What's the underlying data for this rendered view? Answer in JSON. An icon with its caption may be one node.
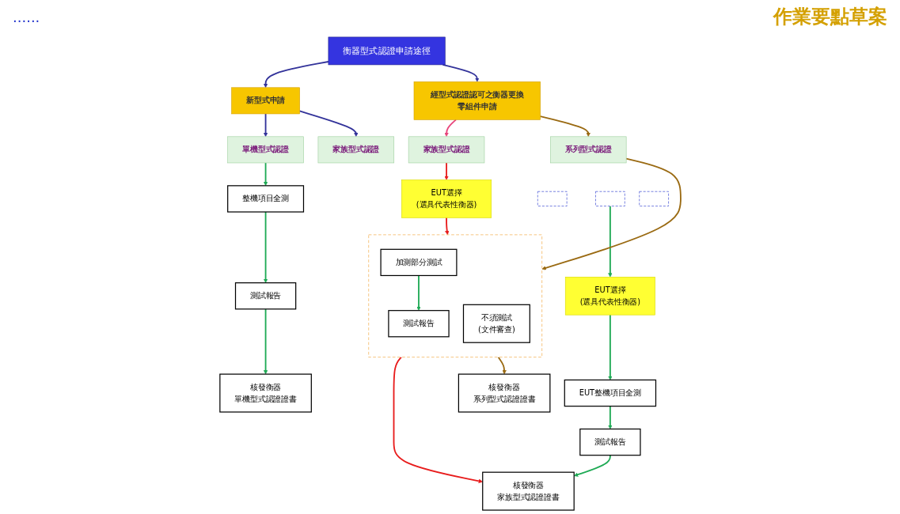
{
  "diagram": {
    "nodes": [
      {
        "text": [
          "衡器型式認證申請途徑"
        ]
      },
      {
        "text": [
          "新型式申請"
        ]
      },
      {
        "text": [
          "經型式認證認可之衡器更換零組件申請"
        ]
      },
      {
        "text": [
          "單機型式認證"
        ]
      },
      {
        "text": [
          "家族型式認證"
        ]
      },
      {
        "text": [
          "家族型式認證"
        ]
      },
      {
        "text": [
          "系列型式認證"
        ]
      },
      {
        "text": [],
        "shape": "box"
      },
      {
        "text": [],
        "shape": "box"
      },
      {
        "text": [],
        "shape": "box"
      },
      {
        "text": [
          "EUT選擇",
          "(選具代表性衡器)"
        ]
      },
      {
        "text": [
          "EUT選擇",
          "(選具代表性衡器)"
        ]
      },
      {
        "text": [],
        "shape": "box"
      },
      {
        "text": [
          "加測部分測試"
        ],
        "in": 12
      },
      {
        "text": [
          "測試報告"
        ],
        "in": 12
      },
      {
        "text": [
          "不須測試",
          "(文件審查)"
        ],
        "in": 12
      },
      {
        "text": [
          "整機項目全測"
        ]
      },
      {
        "text": [
          "EUT整機項目全測"
        ]
      },
      {
        "text": [
          "測試報告"
        ]
      },
      {
        "text": [
          "測試報告"
        ]
      },
      {
        "text": [
          "核發衡器",
          "單機型式認證證書"
        ]
      },
      {
        "text": [
          "核發衡器",
          "家族型式認證證書"
        ]
      },
      {
        "text": [
          "核發衡器",
          "系列型式認證證書"
        ]
      }
    ],
    "edges": [
      {
        "from": 0,
        "to": 1,
        "arrow": "to",
        "color": "#33339a"
      },
      {
        "from": 0,
        "to": 2,
        "arrow": "to",
        "color": "#33339a"
      },
      {
        "from": 1,
        "to": 3,
        "arrow": "to",
        "color": "#33339a"
      },
      {
        "from": 1,
        "to": 4,
        "arrow": "to",
        "color": "#33339a"
      },
      {
        "from": 2,
        "to": 5,
        "arrow": "to",
        "color": "#e8457b"
      },
      {
        "from": 2,
        "to": 6,
        "arrow": "to",
        "color": "#9a6a12"
      },
      {
        "from": 3,
        "to": 16,
        "arrow": "to"
      },
      {
        "from": 16,
        "to": 18,
        "arrow": "to"
      },
      {
        "from": 18,
        "to": 20,
        "arrow": "to"
      },
      {
        "from": 8,
        "to": 10,
        "arrow": "to"
      },
      {
        "from": 10,
        "to": 17,
        "arrow": "to"
      },
      {
        "from": 17,
        "to": 19,
        "arrow": "to"
      },
      {
        "from": 19,
        "to": 21,
        "arrow": "to"
      },
      {
        "from": 5,
        "to": 11,
        "arrow": "to",
        "color": "#e81c1c"
      },
      {
        "from": 11,
        "to": 12,
        "arrow": "to",
        "color": "#e81c1c"
      },
      {
        "from": 13,
        "to": 14,
        "arrow": "to"
      },
      {
        "from": 6,
        "to": 12,
        "arrow": "to",
        "color": "#9a6a12"
      },
      {
        "from": 12,
        "to": 21,
        "arrow": "to",
        "color": "#e81c1c"
      },
      {
        "from": 12,
        "to": 22,
        "arrow": "to",
        "color": "#9a6a12"
      }
    ],
    "labels": [
      "作業要點草案",
      "......"
    ]
  }
}
